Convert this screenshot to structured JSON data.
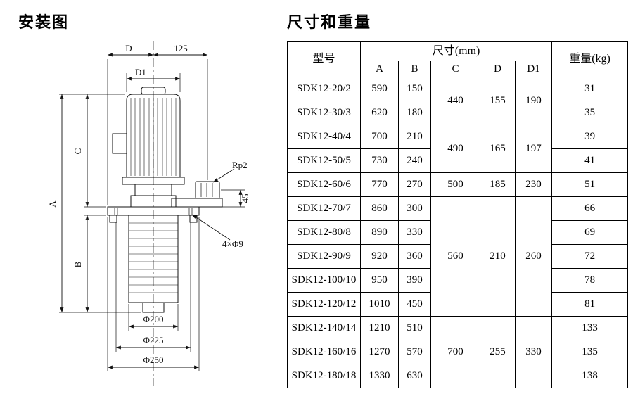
{
  "page": {
    "diagram_title": "安装图",
    "table_title": "尺寸和重量"
  },
  "diagram": {
    "labels": {
      "dim_d": "D",
      "dim_125": "125",
      "dim_d1": "D1",
      "dim_a": "A",
      "dim_b": "B",
      "dim_c": "C",
      "port_thread": "Rp2",
      "dim_45": "45",
      "holes": "4×Φ9",
      "dia_200": "Φ200",
      "dia_225": "Φ225",
      "dia_250": "Φ250"
    }
  },
  "table": {
    "headers": {
      "model": "型号",
      "dims_group": "尺寸(mm)",
      "weight": "重量(kg)",
      "col_a": "A",
      "col_b": "B",
      "col_c": "C",
      "col_d": "D",
      "col_d1": "D1"
    },
    "groups": [
      {
        "c": "440",
        "d": "155",
        "d1": "190"
      },
      {
        "c": "490",
        "d": "165",
        "d1": "197"
      },
      {
        "c": "500",
        "d": "185",
        "d1": "230"
      },
      {
        "c": "560",
        "d": "210",
        "d1": "260"
      },
      {
        "c": "700",
        "d": "255",
        "d1": "330"
      }
    ],
    "rows": [
      {
        "model": "SDK12-20/2",
        "a": "590",
        "b": "150",
        "weight": "31"
      },
      {
        "model": "SDK12-30/3",
        "a": "620",
        "b": "180",
        "weight": "35"
      },
      {
        "model": "SDK12-40/4",
        "a": "700",
        "b": "210",
        "weight": "39"
      },
      {
        "model": "SDK12-50/5",
        "a": "730",
        "b": "240",
        "weight": "41"
      },
      {
        "model": "SDK12-60/6",
        "a": "770",
        "b": "270",
        "weight": "51"
      },
      {
        "model": "SDK12-70/7",
        "a": "860",
        "b": "300",
        "weight": "66"
      },
      {
        "model": "SDK12-80/8",
        "a": "890",
        "b": "330",
        "weight": "69"
      },
      {
        "model": "SDK12-90/9",
        "a": "920",
        "b": "360",
        "weight": "72"
      },
      {
        "model": "SDK12-100/10",
        "a": "950",
        "b": "390",
        "weight": "78"
      },
      {
        "model": "SDK12-120/12",
        "a": "1010",
        "b": "450",
        "weight": "81"
      },
      {
        "model": "SDK12-140/14",
        "a": "1210",
        "b": "510",
        "weight": "133"
      },
      {
        "model": "SDK12-160/16",
        "a": "1270",
        "b": "570",
        "weight": "135"
      },
      {
        "model": "SDK12-180/18",
        "a": "1330",
        "b": "630",
        "weight": "138"
      }
    ]
  }
}
